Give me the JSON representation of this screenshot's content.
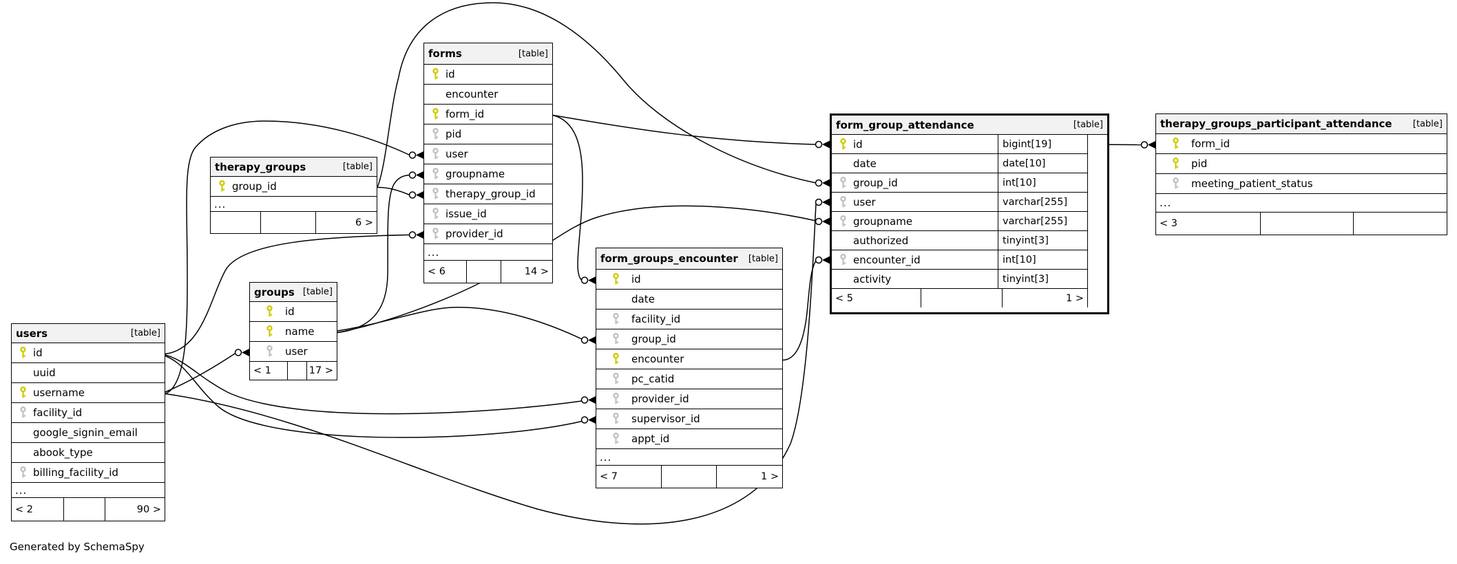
{
  "diagram": {
    "footer_note": "Generated by SchemaSpy",
    "ellipsis_label": "...",
    "colors": {
      "primary_key": "#cccc00",
      "foreign_key": "#c0c0c0",
      "header_bg": "#f2f2f2",
      "line": "#000000"
    },
    "tables": [
      {
        "id": "users",
        "name": "users",
        "badge": "[table]",
        "highlight": false,
        "columns": [
          {
            "name": "id",
            "key": "primary"
          },
          {
            "name": "uuid",
            "key": "none"
          },
          {
            "name": "username",
            "key": "primary"
          },
          {
            "name": "facility_id",
            "key": "foreign"
          },
          {
            "name": "google_signin_email",
            "key": "none"
          },
          {
            "name": "abook_type",
            "key": "none"
          },
          {
            "name": "billing_facility_id",
            "key": "foreign"
          }
        ],
        "ellipsis": true,
        "footer": [
          "< 2",
          "",
          "90 >"
        ]
      },
      {
        "id": "therapy_groups",
        "name": "therapy_groups",
        "badge": "[table]",
        "highlight": false,
        "columns": [
          {
            "name": "group_id",
            "key": "primary"
          }
        ],
        "ellipsis": true,
        "footer": [
          "",
          "",
          "6 >"
        ]
      },
      {
        "id": "groups",
        "name": "groups",
        "badge": "[table]",
        "highlight": false,
        "columns": [
          {
            "name": "id",
            "key": "primary"
          },
          {
            "name": "name",
            "key": "primary"
          },
          {
            "name": "user",
            "key": "foreign"
          }
        ],
        "ellipsis": false,
        "footer": [
          "< 1",
          "",
          "17 >"
        ]
      },
      {
        "id": "forms",
        "name": "forms",
        "badge": "[table]",
        "highlight": false,
        "columns": [
          {
            "name": "id",
            "key": "primary"
          },
          {
            "name": "encounter",
            "key": "none"
          },
          {
            "name": "form_id",
            "key": "primary"
          },
          {
            "name": "pid",
            "key": "foreign"
          },
          {
            "name": "user",
            "key": "foreign"
          },
          {
            "name": "groupname",
            "key": "foreign"
          },
          {
            "name": "therapy_group_id",
            "key": "foreign"
          },
          {
            "name": "issue_id",
            "key": "foreign"
          },
          {
            "name": "provider_id",
            "key": "foreign"
          }
        ],
        "ellipsis": true,
        "footer": [
          "< 6",
          "",
          "14 >"
        ]
      },
      {
        "id": "form_groups_encounter",
        "name": "form_groups_encounter",
        "badge": "[table]",
        "highlight": false,
        "columns": [
          {
            "name": "id",
            "key": "primary"
          },
          {
            "name": "date",
            "key": "none"
          },
          {
            "name": "facility_id",
            "key": "foreign"
          },
          {
            "name": "group_id",
            "key": "foreign"
          },
          {
            "name": "encounter",
            "key": "primary"
          },
          {
            "name": "pc_catid",
            "key": "foreign"
          },
          {
            "name": "provider_id",
            "key": "foreign"
          },
          {
            "name": "supervisor_id",
            "key": "foreign"
          },
          {
            "name": "appt_id",
            "key": "foreign"
          }
        ],
        "ellipsis": true,
        "footer": [
          "< 7",
          "",
          "1 >"
        ]
      },
      {
        "id": "form_group_attendance",
        "name": "form_group_attendance",
        "badge": "[table]",
        "highlight": true,
        "columns": [
          {
            "name": "id",
            "key": "primary",
            "type": "bigint[19]"
          },
          {
            "name": "date",
            "key": "none",
            "type": "date[10]"
          },
          {
            "name": "group_id",
            "key": "foreign",
            "type": "int[10]"
          },
          {
            "name": "user",
            "key": "foreign",
            "type": "varchar[255]"
          },
          {
            "name": "groupname",
            "key": "foreign",
            "type": "varchar[255]"
          },
          {
            "name": "authorized",
            "key": "none",
            "type": "tinyint[3]"
          },
          {
            "name": "encounter_id",
            "key": "foreign",
            "type": "int[10]"
          },
          {
            "name": "activity",
            "key": "none",
            "type": "tinyint[3]"
          }
        ],
        "ellipsis": false,
        "footer": [
          "< 5",
          "",
          "1 >"
        ]
      },
      {
        "id": "therapy_groups_participant_attendance",
        "name": "therapy_groups_participant_attendance",
        "badge": "[table]",
        "highlight": false,
        "columns": [
          {
            "name": "form_id",
            "key": "primary"
          },
          {
            "name": "pid",
            "key": "primary"
          },
          {
            "name": "meeting_patient_status",
            "key": "foreign"
          }
        ],
        "ellipsis": true,
        "footer": [
          "< 3",
          "",
          ""
        ]
      }
    ],
    "relationships": [
      {
        "from": "users.username",
        "to": "forms.user"
      },
      {
        "from": "groups.name",
        "to": "forms.groupname"
      },
      {
        "from": "therapy_groups.group_id",
        "to": "forms.therapy_group_id"
      },
      {
        "from": "users.id",
        "to": "forms.provider_id"
      },
      {
        "from": "forms.form_id",
        "to": "form_group_attendance.id"
      },
      {
        "from": "forms.form_id",
        "to": "form_groups_encounter.id"
      },
      {
        "from": "therapy_groups.group_id",
        "to": "form_group_attendance.group_id"
      },
      {
        "from": "users.username",
        "to": "form_group_attendance.user"
      },
      {
        "from": "groups.name",
        "to": "form_group_attendance.groupname"
      },
      {
        "from": "form_groups_encounter.encounter",
        "to": "form_group_attendance.encounter_id"
      },
      {
        "from": "form_group_attendance.id",
        "to": "therapy_groups_participant_attendance.form_id"
      },
      {
        "from": "users.username",
        "to": "groups.user"
      },
      {
        "from": "groups.name",
        "to": "form_groups_encounter.group_id"
      },
      {
        "from": "users.id",
        "to": "form_groups_encounter.provider_id"
      },
      {
        "from": "users.id",
        "to": "form_groups_encounter.supervisor_id"
      }
    ]
  }
}
